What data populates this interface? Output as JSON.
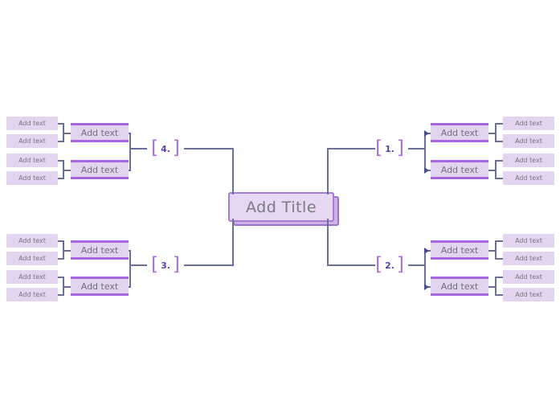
{
  "center": {
    "title": "Add Title"
  },
  "colors": {
    "background": "#ffffff",
    "accent_purple": "#a566e0",
    "bracket_purple": "#a86fd8",
    "number_purple": "#5b3fa8",
    "box_fill": "#e2d4ef",
    "leaf_fill": "#e3d5ef",
    "title_fill": "#e6d8f2",
    "title_shadow": "#cdb2e6",
    "connector": "#6b6f9e",
    "arrow": "#4a4f86",
    "text_gray": "#6f7078"
  },
  "branches": [
    {
      "id": "branch-1",
      "number": "1.",
      "side": "right",
      "position": "top",
      "topics": [
        {
          "label": "Add text",
          "leaves": [
            {
              "label": "Add text"
            },
            {
              "label": "Add text"
            }
          ]
        },
        {
          "label": "Add text",
          "leaves": [
            {
              "label": "Add text"
            },
            {
              "label": "Add text"
            }
          ]
        }
      ]
    },
    {
      "id": "branch-2",
      "number": "2.",
      "side": "right",
      "position": "bottom",
      "topics": [
        {
          "label": "Add text",
          "leaves": [
            {
              "label": "Add text"
            },
            {
              "label": "Add text"
            }
          ]
        },
        {
          "label": "Add text",
          "leaves": [
            {
              "label": "Add text"
            },
            {
              "label": "Add text"
            }
          ]
        }
      ]
    },
    {
      "id": "branch-3",
      "number": "3.",
      "side": "left",
      "position": "bottom",
      "topics": [
        {
          "label": "Add text",
          "leaves": [
            {
              "label": "Add text"
            },
            {
              "label": "Add text"
            }
          ]
        },
        {
          "label": "Add text",
          "leaves": [
            {
              "label": "Add text"
            },
            {
              "label": "Add text"
            }
          ]
        }
      ]
    },
    {
      "id": "branch-4",
      "number": "4.",
      "side": "left",
      "position": "top",
      "topics": [
        {
          "label": "Add text",
          "leaves": [
            {
              "label": "Add text"
            },
            {
              "label": "Add text"
            }
          ]
        },
        {
          "label": "Add text",
          "leaves": [
            {
              "label": "Add text"
            },
            {
              "label": "Add text"
            }
          ]
        }
      ]
    }
  ],
  "brackets": {
    "open": "[",
    "close": "]"
  }
}
